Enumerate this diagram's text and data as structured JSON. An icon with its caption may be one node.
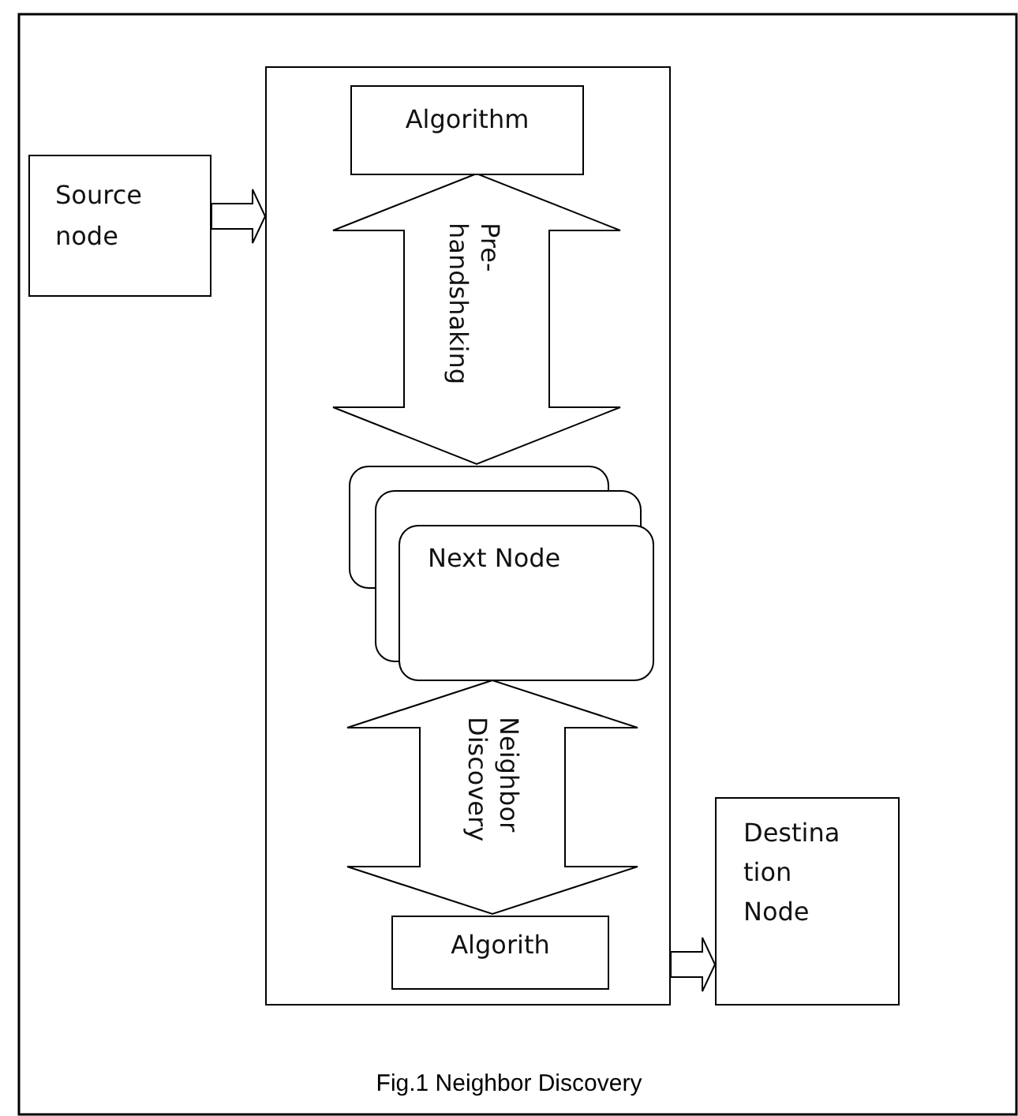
{
  "diagram": {
    "caption": "Fig.1 Neighbor Discovery",
    "nodes": [
      {
        "text": [
          "Source node"
        ]
      },
      {
        "text": [],
        "shape": "box"
      },
      {
        "text": [
          "Algorithm"
        ],
        "in": 1
      },
      {
        "text": [
          "Next Node"
        ],
        "in": 1
      },
      {
        "text": [
          "Algorith"
        ],
        "in": 1
      },
      {
        "text": [
          "Destina tion Node"
        ]
      }
    ],
    "edges": [
      {
        "from": 0,
        "to": 1,
        "arrow": "to"
      },
      {
        "from": 2,
        "to": 3,
        "arrow": "both",
        "label": "Pre- handshaking"
      },
      {
        "from": 3,
        "to": 4,
        "arrow": "both",
        "label": "Neighbor Discovery"
      },
      {
        "from": 1,
        "to": 5,
        "arrow": "to"
      }
    ]
  }
}
